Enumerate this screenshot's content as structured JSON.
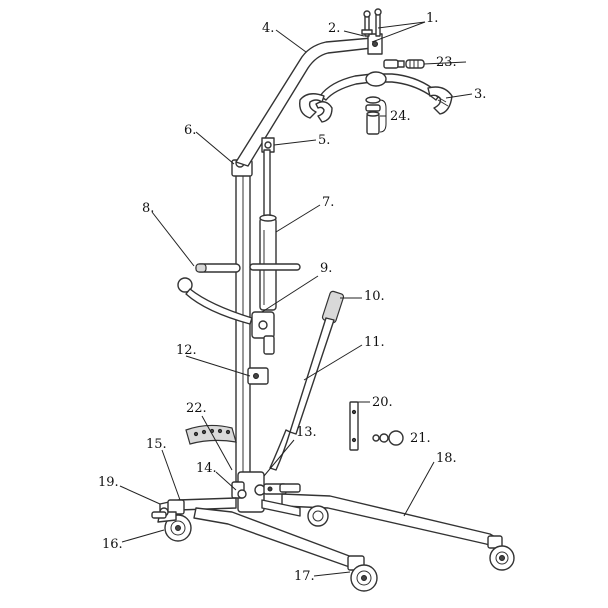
{
  "callouts": [
    {
      "id": "c1",
      "text": "1."
    },
    {
      "id": "c2",
      "text": "2."
    },
    {
      "id": "c3",
      "text": "3."
    },
    {
      "id": "c4",
      "text": "4."
    },
    {
      "id": "c5",
      "text": "5."
    },
    {
      "id": "c6",
      "text": "6."
    },
    {
      "id": "c7",
      "text": "7."
    },
    {
      "id": "c8",
      "text": "8."
    },
    {
      "id": "c9",
      "text": "9."
    },
    {
      "id": "c10",
      "text": "10."
    },
    {
      "id": "c11",
      "text": "11."
    },
    {
      "id": "c12",
      "text": "12."
    },
    {
      "id": "c13",
      "text": "13."
    },
    {
      "id": "c14",
      "text": "14."
    },
    {
      "id": "c15",
      "text": "15."
    },
    {
      "id": "c16",
      "text": "16."
    },
    {
      "id": "c17",
      "text": "17."
    },
    {
      "id": "c18",
      "text": "18."
    },
    {
      "id": "c19",
      "text": "19."
    },
    {
      "id": "c20",
      "text": "20."
    },
    {
      "id": "c21",
      "text": "21."
    },
    {
      "id": "c22",
      "text": "22."
    },
    {
      "id": "c23",
      "text": "23."
    },
    {
      "id": "c24",
      "text": "24."
    }
  ]
}
